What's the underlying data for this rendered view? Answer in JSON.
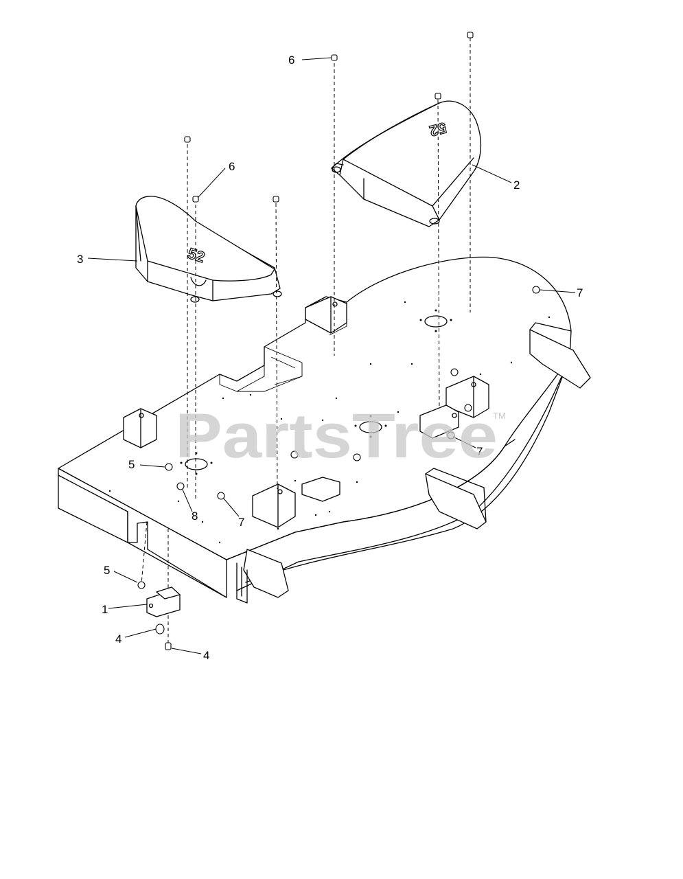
{
  "watermark": {
    "text": "PartsTree",
    "tm": "TM"
  },
  "covers": {
    "left_decal": "52",
    "right_decal": "52"
  },
  "callouts": [
    {
      "id": "c6a",
      "label": "6"
    },
    {
      "id": "c6b",
      "label": "6"
    },
    {
      "id": "c2",
      "label": "2"
    },
    {
      "id": "c3",
      "label": "3"
    },
    {
      "id": "c7a",
      "label": "7"
    },
    {
      "id": "c7b",
      "label": "7"
    },
    {
      "id": "c7c",
      "label": "7"
    },
    {
      "id": "c5a",
      "label": "5"
    },
    {
      "id": "c8",
      "label": "8"
    },
    {
      "id": "c5b",
      "label": "5"
    },
    {
      "id": "c1",
      "label": "1"
    },
    {
      "id": "c4a",
      "label": "4"
    },
    {
      "id": "c4b",
      "label": "4"
    }
  ]
}
